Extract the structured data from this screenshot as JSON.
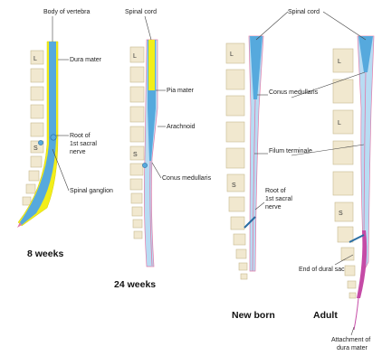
{
  "colors": {
    "dura": "#f2ee1a",
    "cord": "#56a9dd",
    "cord_light": "#b8dcf3",
    "pia": "#e07aa8",
    "dural_sac": "#c54aa6",
    "vertebra": "#f1e8cf"
  },
  "stages": [
    {
      "label": "8 weeks",
      "vertebra_labels": [
        "L",
        "S"
      ],
      "callouts": [
        "Body of vertebra",
        "Dura mater",
        "Root of 1st sacral nerve",
        "Spinal ganglion"
      ]
    },
    {
      "label": "24 weeks",
      "vertebra_labels": [
        "L",
        "S"
      ],
      "callouts": [
        "Spinal cord",
        "Pia mater",
        "Arachnoid",
        "Conus medullaris"
      ]
    },
    {
      "label": "New born",
      "vertebra_labels": [
        "L",
        "S"
      ],
      "callouts": [
        "Conus medullaris",
        "Filum terminale",
        "Root of 1st sacral nerve"
      ]
    },
    {
      "label": "Adult",
      "vertebra_labels": [
        "L",
        "L",
        "S"
      ],
      "callouts": [
        "End of dural sac",
        "Attachment of dura mater"
      ]
    }
  ],
  "shared_callouts": {
    "spinal_cord_top": "Spinal cord",
    "root_line1": "Root of",
    "root_line2": "1st sacral",
    "root_line3": "nerve",
    "attach_line1": "Attachment of",
    "attach_line2": "dura mater"
  }
}
